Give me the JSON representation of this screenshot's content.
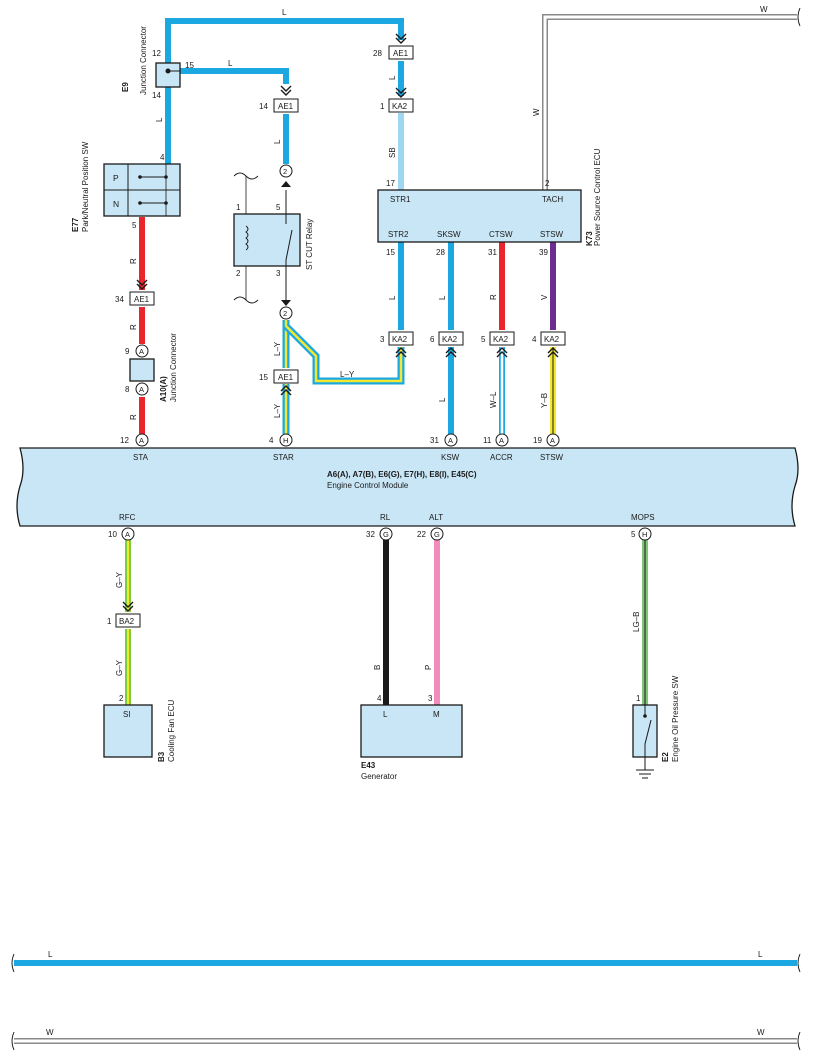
{
  "colors": {
    "L": "#1ba8e0",
    "SB": "#9fd6f2",
    "R": "#e8262b",
    "V": "#6b2d8f",
    "B": "#1a1a1a",
    "P": "#f28cbf",
    "W": "#ffffff",
    "Y": "#f3e831",
    "G": "#7ecb3c",
    "LG": "#7fc47a",
    "box": "#c9e6f6"
  },
  "components": {
    "ecm": {
      "id": "A6(A), A7(B), E6(G), E7(H), E8(I), E45(C)",
      "name": "Engine Control Module",
      "terminals_top": [
        "STA",
        "STAR",
        "KSW",
        "ACCR",
        "STSW"
      ],
      "terminals_bottom": [
        "RFC",
        "RL",
        "ALT",
        "MOPS"
      ]
    },
    "power_ecu": {
      "id": "K73",
      "name": "Power Source Control ECU",
      "terminals": [
        "STR1",
        "TACH",
        "STR2",
        "SKSW",
        "CTSW",
        "STSW"
      ],
      "pins": [
        "17",
        "2",
        "15",
        "28",
        "31",
        "39"
      ]
    },
    "junction_e9": {
      "id": "E9",
      "name": "Junction Connector",
      "pins": [
        "12",
        "15",
        "14"
      ]
    },
    "neutral_sw": {
      "id": "E77",
      "name": "Park/Neutral Position SW",
      "positions": [
        "P",
        "N"
      ],
      "pins": [
        "4",
        "5"
      ]
    },
    "junction_a10": {
      "id": "A10(A)",
      "name": "Junction Connector",
      "pins": [
        "9",
        "8"
      ],
      "letter": "A"
    },
    "st_cut_relay": {
      "name": "ST CUT Relay",
      "pins": [
        "1",
        "5",
        "2",
        "3"
      ],
      "inline_pin": "2"
    },
    "cooling_fan_ecu": {
      "id": "B3",
      "name": "Cooling Fan ECU",
      "terminal": "SI",
      "pin": "2"
    },
    "generator": {
      "id": "E43",
      "name": "Generator",
      "terminals": [
        "L",
        "M"
      ],
      "pins": [
        "4",
        "3"
      ]
    },
    "oil_pressure_sw": {
      "id": "E2",
      "name": "Engine Oil Pressure SW",
      "pin": "1"
    }
  },
  "connectors": {
    "ae1_top": {
      "label": "AE1",
      "pin": "28"
    },
    "ka2_top": {
      "label": "KA2",
      "pin": "1"
    },
    "ae1_relay": {
      "label": "AE1",
      "pin": "14"
    },
    "ae1_neutral": {
      "label": "AE1",
      "pin": "34"
    },
    "ae1_star": {
      "label": "AE1",
      "pin": "15"
    },
    "ka2_str2": {
      "label": "KA2",
      "pin": "3"
    },
    "ka2_sksw": {
      "label": "KA2",
      "pin": "6"
    },
    "ka2_ctsw": {
      "label": "KA2",
      "pin": "5"
    },
    "ka2_stsw": {
      "label": "KA2",
      "pin": "4"
    },
    "ba2": {
      "label": "BA2",
      "pin": "1"
    }
  },
  "ecm_pins": {
    "sta": {
      "pin": "12",
      "letter": "A"
    },
    "star": {
      "pin": "4",
      "letter": "H"
    },
    "ksw": {
      "pin": "31",
      "letter": "A"
    },
    "accr": {
      "pin": "11",
      "letter": "A"
    },
    "stsw": {
      "pin": "19",
      "letter": "A"
    },
    "rfc": {
      "pin": "10",
      "letter": "A"
    },
    "rl": {
      "pin": "32",
      "letter": "G"
    },
    "alt": {
      "pin": "22",
      "letter": "G"
    },
    "mops": {
      "pin": "5",
      "letter": "H"
    }
  },
  "wire_labels": {
    "top_l": "L",
    "e9_l": "L",
    "e9_down_l": "L",
    "ae1_ka2_l": "L",
    "ka2_sb": "SB",
    "tach_w": "W",
    "top_right_w": "W",
    "relay_l": "L",
    "neutral_r1": "R",
    "neutral_r2": "R",
    "neutral_r3": "R",
    "star_ly1": "L–Y",
    "star_ly2": "L–Y",
    "star_ly3": "L–Y",
    "str2_l1": "L",
    "sksw_l": "L",
    "ctsw_r": "R",
    "stsw_v": "V",
    "ksw_l": "L",
    "accr_wl": "W–L",
    "stsw_yb": "Y–B",
    "rfc_gy1": "G–Y",
    "rfc_gy2": "G–Y",
    "rl_b": "B",
    "alt_p": "P",
    "mops_lgb": "LG–B",
    "bottom_l_left": "L",
    "bottom_l_right": "L",
    "bottom_w_left": "W",
    "bottom_w_right": "W"
  }
}
